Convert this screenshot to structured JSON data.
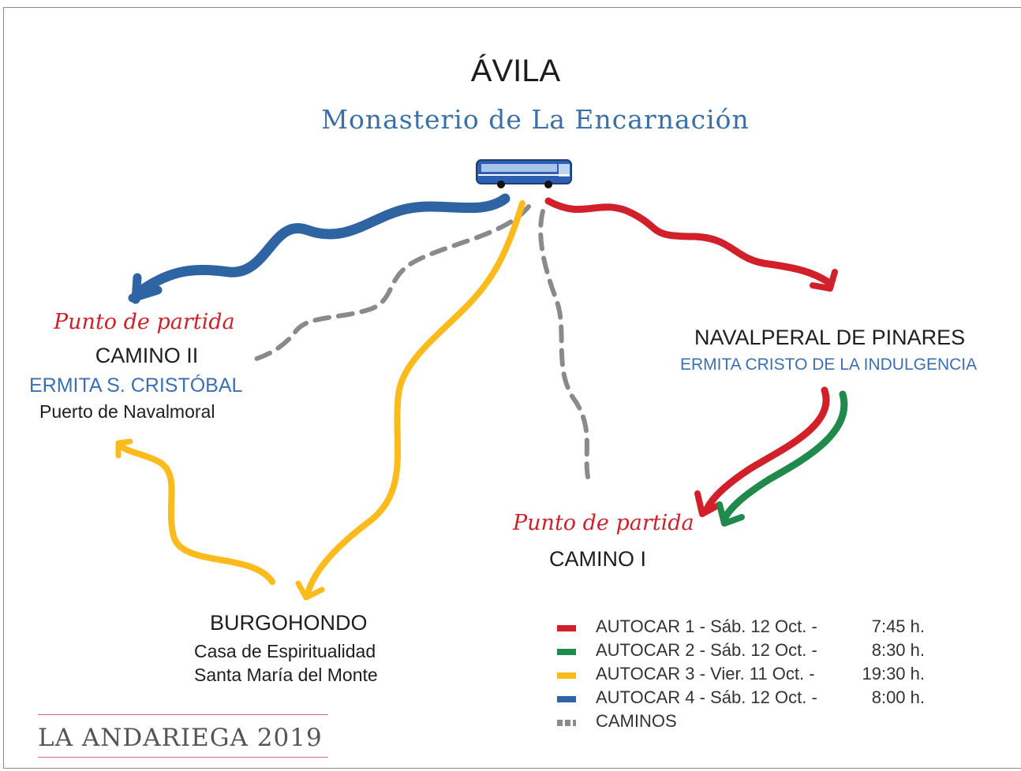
{
  "header": {
    "title": "ÁVILA",
    "subtitle": "Monasterio de La Encarnación"
  },
  "nodes": {
    "camino2": {
      "tag": "Punto de partida",
      "name": "CAMINO II",
      "place": "ERMITA S. CRISTÓBAL",
      "detail": "Puerto de Navalmoral"
    },
    "navalperal": {
      "name": "NAVALPERAL DE PINARES",
      "place": "ERMITA CRISTO DE LA INDULGENCIA"
    },
    "camino1": {
      "tag": "Punto de partida",
      "name": "CAMINO I"
    },
    "burgohondo": {
      "name": "BURGOHONDO",
      "line1": "Casa de Espiritualidad",
      "line2": "Santa María del Monte"
    }
  },
  "legend": [
    {
      "label": "AUTOCAR 1 - Sáb. 12 Oct. -",
      "time": "7:45 h.",
      "color": "#d2202a",
      "style": "solid"
    },
    {
      "label": "AUTOCAR 2 - Sáb. 12 Oct. -",
      "time": "8:30 h.",
      "color": "#1f8a4c",
      "style": "solid"
    },
    {
      "label": "AUTOCAR 3 - Vier. 11 Oct. -",
      "time": "19:30 h.",
      "color": "#fbbb1c",
      "style": "solid"
    },
    {
      "label": "AUTOCAR 4 - Sáb. 12 Oct. -",
      "time": "8:00 h.",
      "color": "#2f64a3",
      "style": "solid"
    },
    {
      "label": "CAMINOS",
      "time": "",
      "color": "#8a8a8a",
      "style": "dashed"
    }
  ],
  "colors": {
    "autocar1": "#d2202a",
    "autocar2": "#1f8a4c",
    "autocar3": "#fbbb1c",
    "autocar4": "#2f64a3",
    "caminos": "#8a8a8a",
    "bus_body": "#2f5fb0"
  },
  "icons": {
    "bus": "bus-icon"
  },
  "footer": {
    "brand": "LA ANDARIEGA 2019"
  }
}
